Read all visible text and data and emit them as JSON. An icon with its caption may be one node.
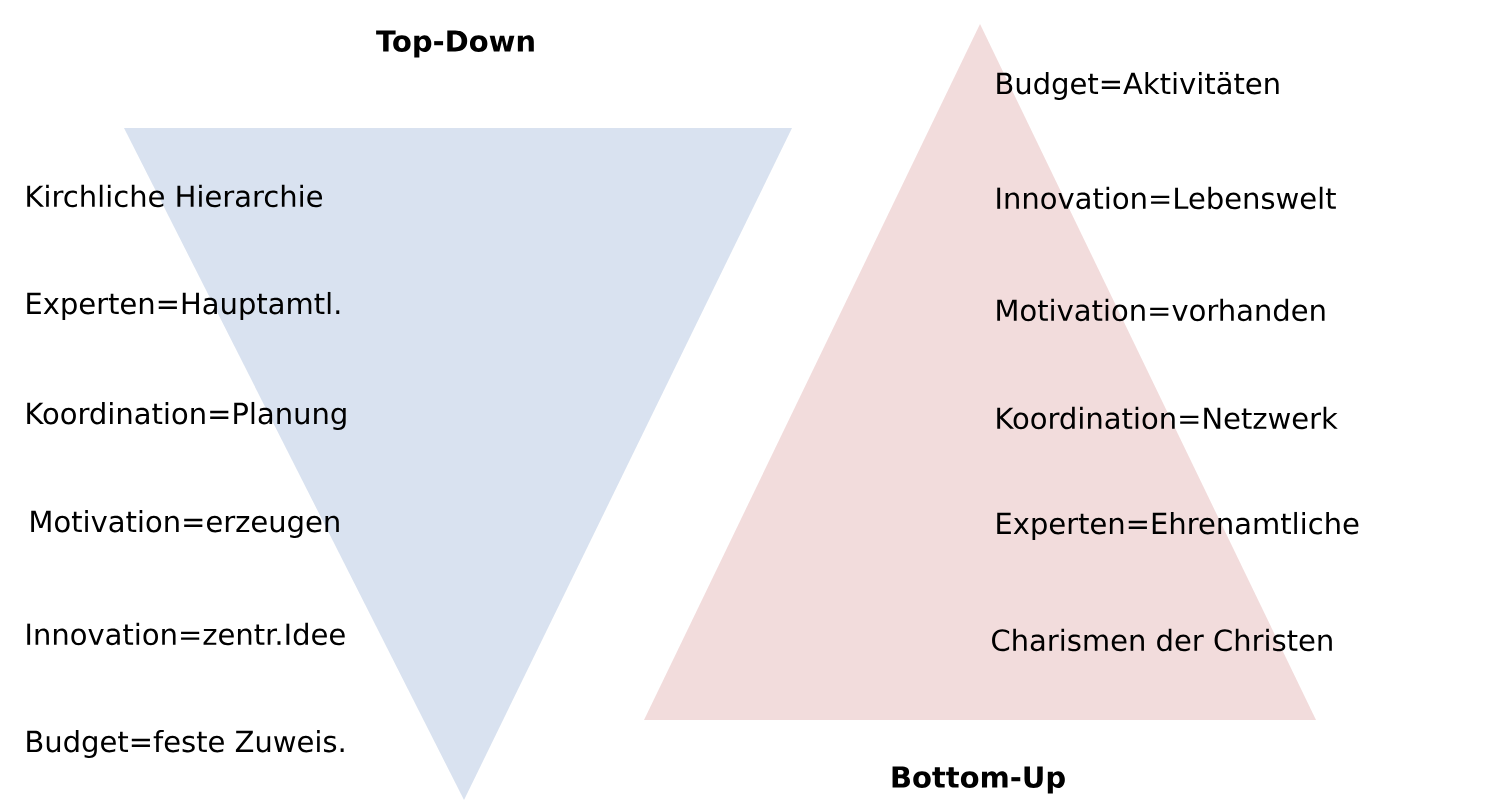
{
  "diagram": {
    "nodes": [
      {
        "text": [
          "Top-Down",
          "Kirchliche Hierarchie",
          "Experten=Hauptamtl.",
          "Koordination=Planung",
          "Motivation=erzeugen",
          "Innovation=zentr.Idee",
          "Budget=feste Zuweis."
        ]
      },
      {
        "text": [
          "Budget=Aktivitäten",
          "Innovation=Lebenswelt",
          "Motivation=vorhanden",
          "Koordination=Netzwerk",
          "Experten=Ehrenamtliche",
          "Charismen der Christen",
          "Bottom-Up"
        ]
      }
    ]
  }
}
